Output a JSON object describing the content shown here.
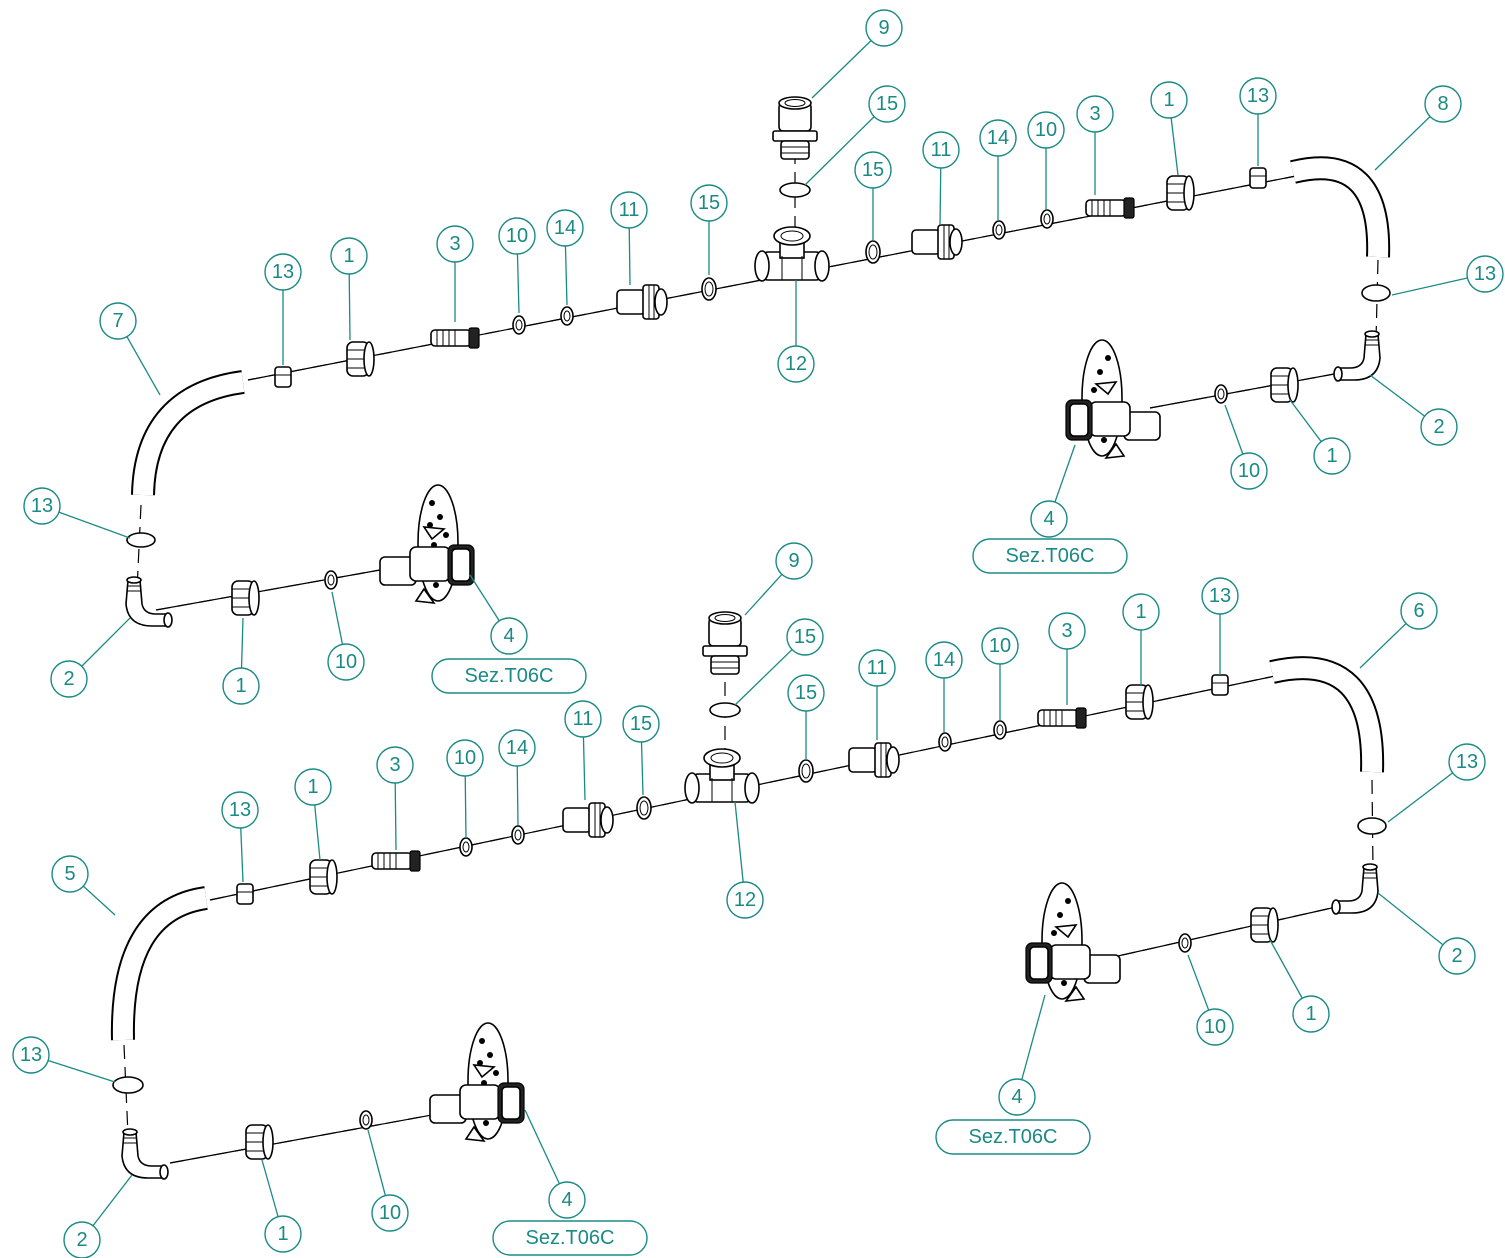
{
  "labels": {
    "n1": "1",
    "n2": "2",
    "n3": "3",
    "n4": "4",
    "n5": "5",
    "n6": "6",
    "n7": "7",
    "n8": "8",
    "n9": "9",
    "n10": "10",
    "n11": "11",
    "n12": "12",
    "n13": "13",
    "n14": "14",
    "n15": "15",
    "sez": "Sez.T06C"
  },
  "colors": {
    "callout": "#1a8a85",
    "line": "#000000"
  }
}
